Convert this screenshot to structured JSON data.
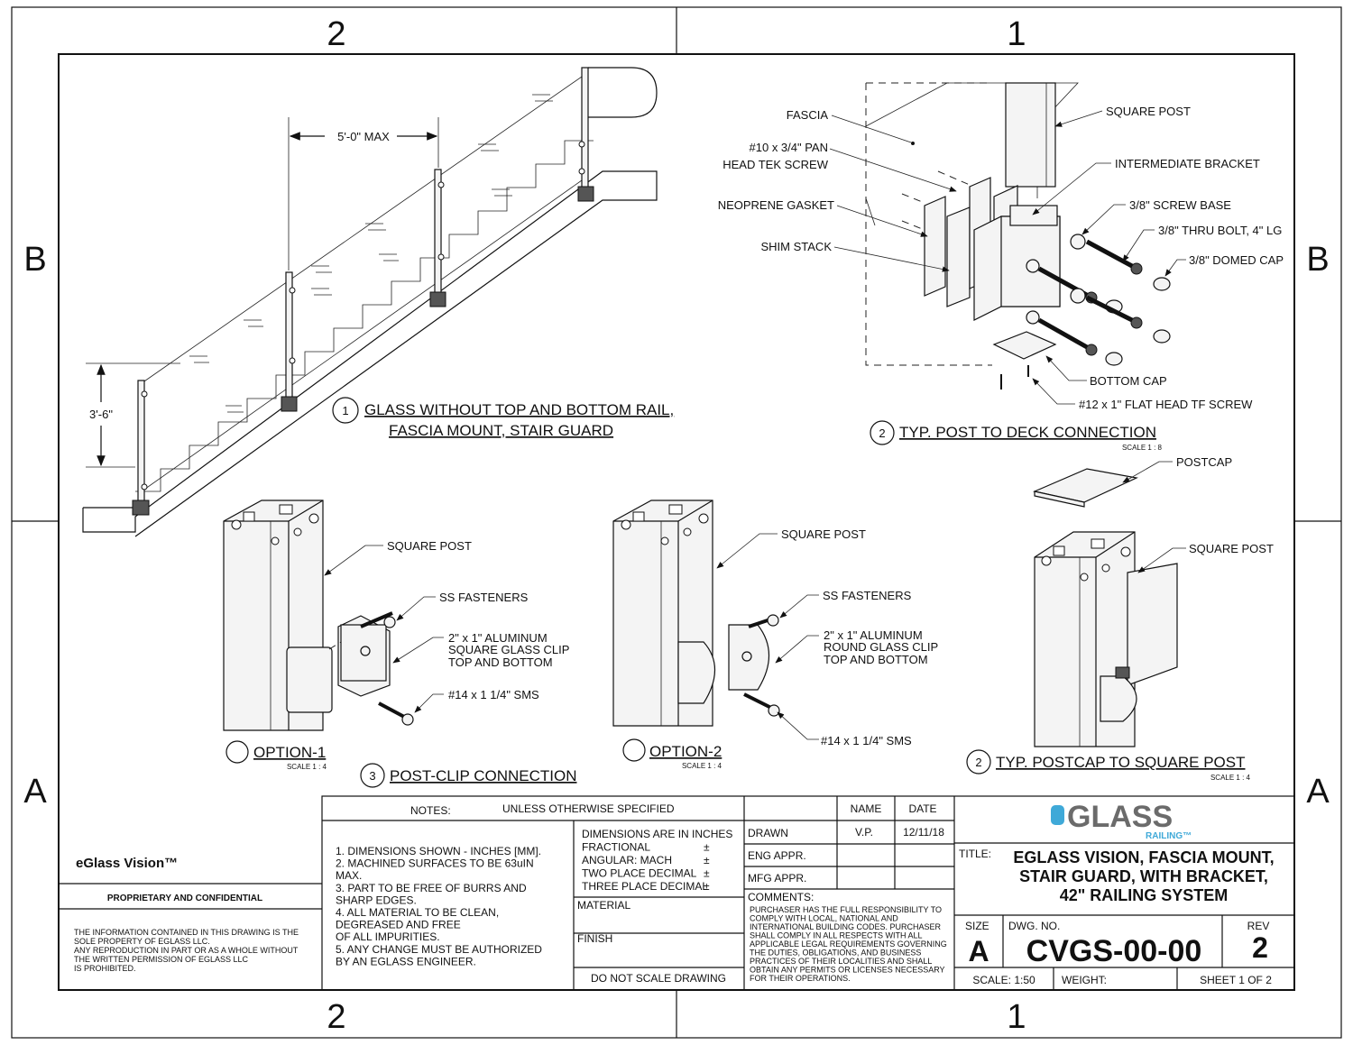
{
  "zones": {
    "top_left": "2",
    "top_right": "1",
    "bottom_left": "2",
    "bottom_right": "1",
    "row_top": "B",
    "row_bottom": "A"
  },
  "view1": {
    "num": "1",
    "title_line1": "GLASS WITHOUT TOP AND BOTTOM RAIL,",
    "title_line2": "FASCIA MOUNT, STAIR GUARD",
    "dim_spacing": "5'-0\" MAX",
    "dim_height": "3'-6\""
  },
  "view2": {
    "num": "2",
    "title": "TYP. POST TO DECK CONNECTION",
    "scale": "SCALE 1 : 8",
    "labels": {
      "fascia": "FASCIA",
      "screw_1": "#10 x 3/4\" PAN",
      "screw_2": "HEAD TEK SCREW",
      "gasket": "NEOPRENE GASKET",
      "shim": "SHIM STACK",
      "post": "SQUARE POST",
      "bracket": "INTERMEDIATE BRACKET",
      "screw_base": "3/8\" SCREW BASE",
      "bolt": "3/8\" THRU BOLT, 4\" LG",
      "cap": "3/8\" DOMED CAP",
      "bottom_cap": "BOTTOM CAP",
      "flat_screw": "#12 x 1\" FLAT HEAD TF SCREW"
    }
  },
  "view3": {
    "num": "3",
    "title": "POST-CLIP CONNECTION",
    "option1": {
      "title": "OPTION-1",
      "scale": "SCALE 1 : 4",
      "post": "SQUARE POST",
      "fasteners": "SS FASTENERS",
      "clip_1": "2\" x 1\" ALUMINUM",
      "clip_2": "SQUARE GLASS CLIP",
      "clip_3": "TOP AND BOTTOM",
      "sms": "#14 x 1 1/4\" SMS"
    },
    "option2": {
      "title": "OPTION-2",
      "scale": "SCALE 1 : 4",
      "post": "SQUARE POST",
      "fasteners": "SS FASTENERS",
      "clip_1": "2\" x 1\" ALUMINUM",
      "clip_2": "ROUND GLASS CLIP",
      "clip_3": "TOP AND BOTTOM",
      "sms": "#14 x 1 1/4\" SMS"
    }
  },
  "view4": {
    "num": "2",
    "title": "TYP. POSTCAP TO SQUARE POST",
    "scale": "SCALE 1 : 4",
    "postcap": "POSTCAP",
    "post": "SQUARE POST"
  },
  "title_block": {
    "product": "eGlass Vision™",
    "proprietary": "PROPRIETARY AND CONFIDENTIAL",
    "legal": [
      "THE INFORMATION CONTAINED IN THIS DRAWING IS THE",
      "SOLE PROPERTY OF EGLASS LLC.",
      "ANY REPRODUCTION IN PART OR AS A WHOLE WITHOUT",
      "THE WRITTEN PERMISSION OF EGLASS LLC",
      "IS PROHIBITED."
    ],
    "notes_header": "NOTES:",
    "notes_sub": "UNLESS OTHERWISE SPECIFIED",
    "notes": [
      "1. DIMENSIONS SHOWN - INCHES [MM].",
      "2. MACHINED SURFACES TO BE 63uIN",
      "MAX.",
      "3. PART TO BE FREE OF BURRS AND",
      "SHARP EDGES.",
      "4. ALL MATERIAL TO BE CLEAN,",
      "DEGREASED AND FREE",
      "OF ALL IMPURITIES.",
      "5. ANY CHANGE MUST BE AUTHORIZED",
      "BY AN EGLASS ENGINEER."
    ],
    "tolerances": [
      "DIMENSIONS ARE IN INCHES",
      "FRACTIONAL",
      "ANGULAR: MACH",
      "TWO PLACE DECIMAL",
      "THREE PLACE DECIMAL"
    ],
    "tol_sign": "±",
    "material": "MATERIAL",
    "finish": "FINISH",
    "no_scale": "DO NOT SCALE DRAWING",
    "name_hdr": "NAME",
    "date_hdr": "DATE",
    "drawn": "DRAWN",
    "drawn_name": "V.P.",
    "drawn_date": "12/11/18",
    "eng": "ENG APPR.",
    "mfg": "MFG APPR.",
    "comments_hdr": "COMMENTS:",
    "comments": [
      "PURCHASER HAS THE FULL RESPONSIBILITY TO",
      "COMPLY WITH LOCAL, NATIONAL AND",
      "INTERNATIONAL BUILDING CODES. PURCHASER",
      "SHALL COMPLY IN ALL RESPECTS WITH ALL",
      "APPLICABLE LEGAL REQUIREMENTS GOVERNING",
      "THE DUTIES, OBLIGATIONS, AND BUSINESS",
      "PRACTICES OF THEIR LOCALITIES AND SHALL",
      "OBTAIN ANY PERMITS OR LICENSES NECESSARY",
      "FOR THEIR OPERATIONS."
    ],
    "logo_main": "GLASS",
    "logo_sub": "RAILING™",
    "title_hdr": "TITLE:",
    "title_lines": [
      "EGLASS VISION, FASCIA MOUNT,",
      "STAIR GUARD, WITH BRACKET,",
      "42\" RAILING SYSTEM"
    ],
    "size_hdr": "SIZE",
    "size": "A",
    "dwg_hdr": "DWG.  NO.",
    "dwg": "CVGS-00-00",
    "rev_hdr": "REV",
    "rev": "2",
    "scale": "SCALE: 1:50",
    "weight": "WEIGHT:",
    "sheet": "SHEET 1 OF 2"
  },
  "colors": {
    "logo_blue": "#3fa9d8",
    "logo_gray": "#6b6b6b"
  }
}
